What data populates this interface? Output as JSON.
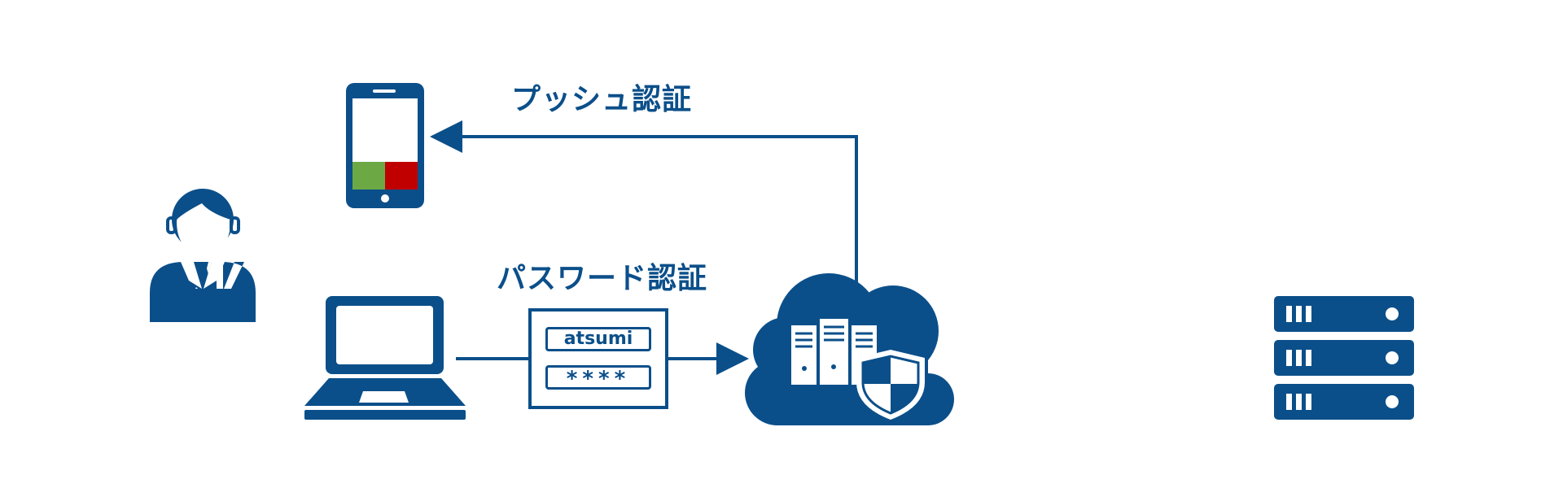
{
  "labels": {
    "push_auth": "プッシュ認証",
    "password_auth": "パスワード認証"
  },
  "login_form": {
    "username": "atsumi",
    "password": "****"
  },
  "icons": {
    "user": "businessman-icon",
    "smartphone": "smartphone-icon",
    "laptop": "laptop-icon",
    "cloud": "cloud-server-icon",
    "shield": "shield-icon",
    "server": "server-rack-icon"
  },
  "colors": {
    "primary": "#0b4f8a",
    "approve": "#6ca944",
    "deny": "#c00000",
    "background": "#ffffff"
  }
}
